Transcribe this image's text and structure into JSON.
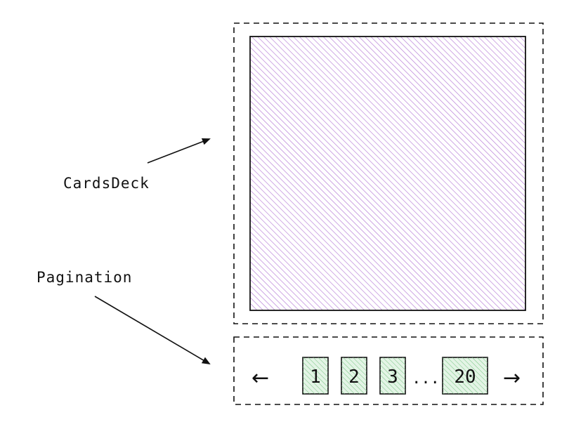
{
  "labels": {
    "cards_deck": "CardsDeck",
    "pagination": "Pagination"
  },
  "pagination": {
    "prev_arrow": "←",
    "next_arrow": "→",
    "pages": [
      "1",
      "2",
      "3"
    ],
    "ellipsis": "...",
    "last_page": "20"
  },
  "colors": {
    "deck_hatch": "#b57bd6",
    "page_fill": "#e4f4e6",
    "page_hatch": "#7bc986",
    "ink": "#111111"
  }
}
